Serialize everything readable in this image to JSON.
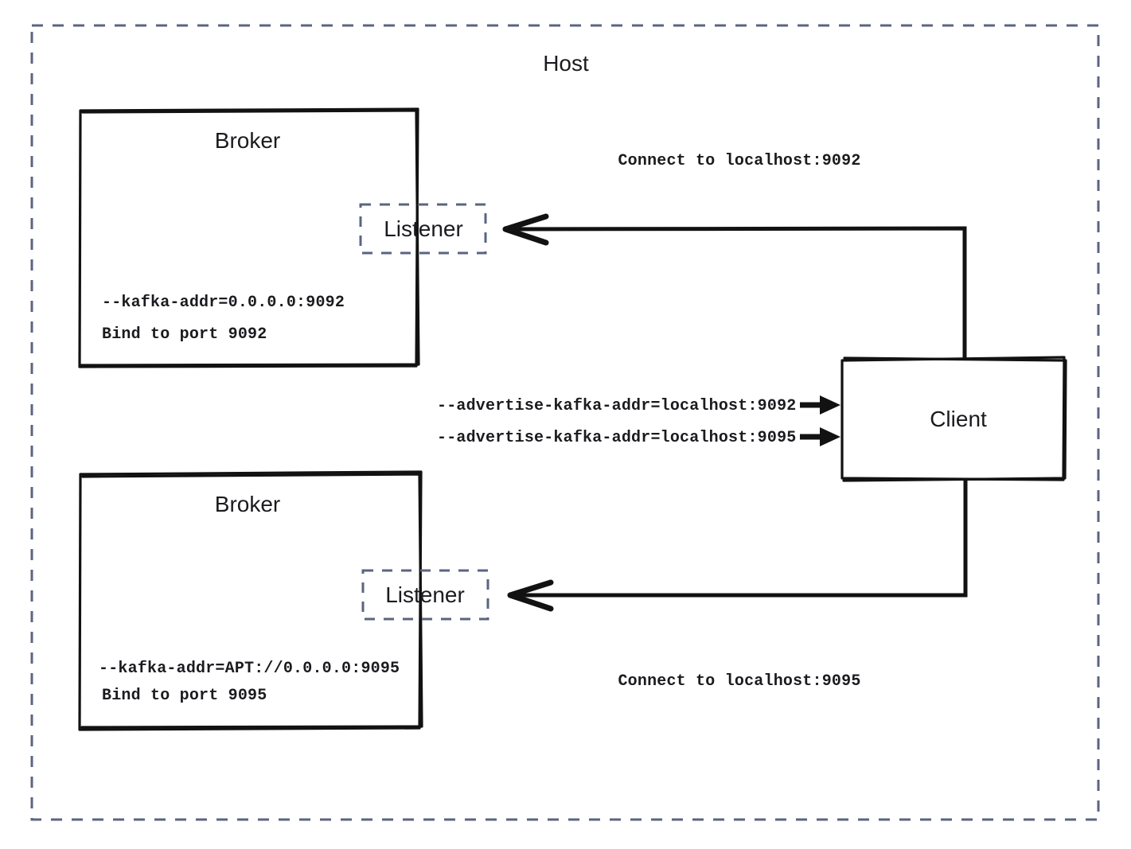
{
  "diagram": {
    "title": "Kafka broker listener / advertised address topology",
    "colors": {
      "host_border": "#5b6480",
      "listener_border": "#5b6480",
      "stroke": "#121212",
      "text": "#1b1b1f",
      "background": "#ffffff"
    },
    "host": {
      "label": "Host"
    },
    "brokers": [
      {
        "title": "Broker",
        "listener_label": "Listener",
        "config_line": "--kafka-addr=0.0.0.0:9092",
        "bind_line": "Bind to port 9092",
        "advertise_line": "--advertise-kafka-addr=localhost:9092",
        "connect_line": "Connect to localhost:9092"
      },
      {
        "title": "Broker",
        "listener_label": "Listener",
        "config_line": "--kafka-addr=APT://0.0.0.0:9095",
        "bind_line": "Bind to port 9095",
        "advertise_line": "--advertise-kafka-addr=localhost:9095",
        "connect_line": "Connect to localhost:9095"
      }
    ],
    "client": {
      "label": "Client"
    }
  }
}
